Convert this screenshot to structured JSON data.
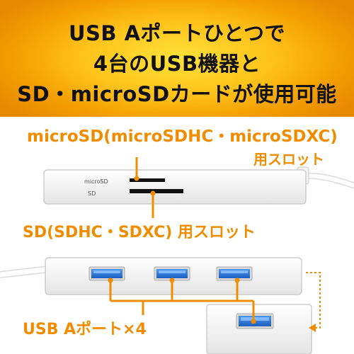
{
  "headline": {
    "line1": "USB Aポートひとつで",
    "line2": "4台のUSB機器と",
    "line3": "SD・microSDカードが使用可能"
  },
  "labels": {
    "microsd_slot_line1": "microSD(microSDHC・microSDXC)",
    "microsd_slot_line2": "用スロット",
    "sd_slot": "SD(SDHC・SDXC) 用スロット",
    "usb_ports": "USB Aポート×4"
  },
  "device_print": {
    "microsd": "microSD",
    "sd": "SD"
  },
  "colors": {
    "accent_orange": "#f08c00",
    "usb_blue": "#2f7fe0",
    "banner_center": "#ffe23a",
    "banner_edge": "#e88a00"
  }
}
